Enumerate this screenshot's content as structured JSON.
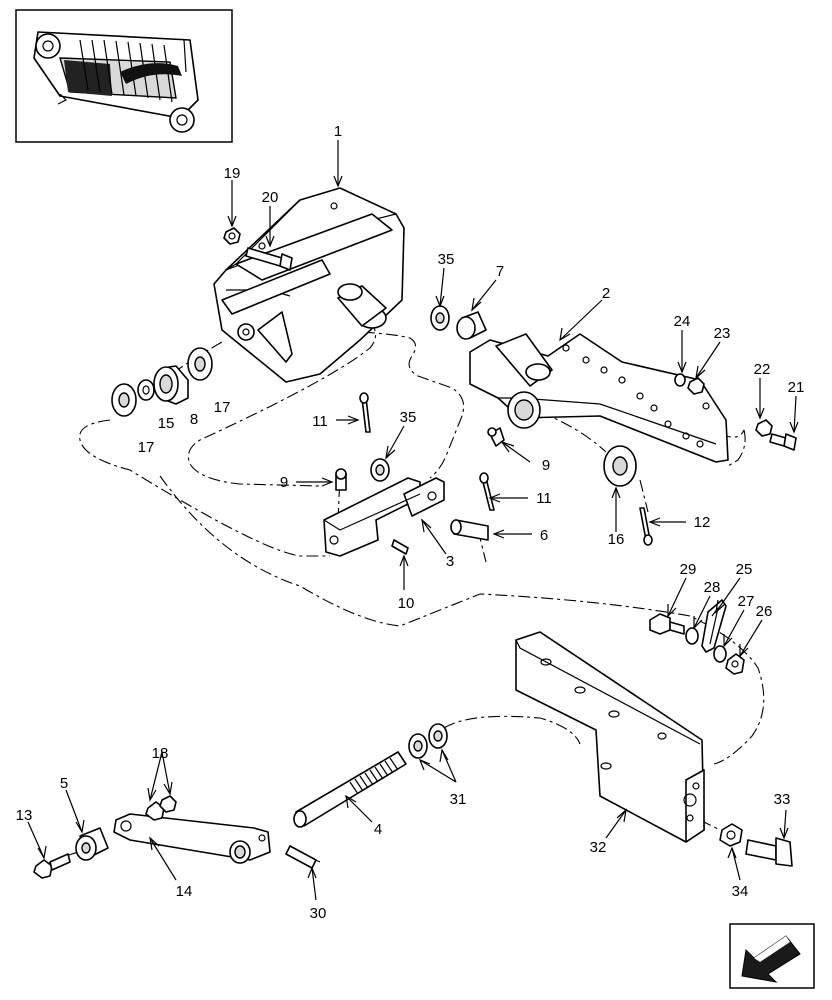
{
  "callouts": [
    {
      "id": "c1",
      "text": "1"
    },
    {
      "id": "c2",
      "text": "2"
    },
    {
      "id": "c3",
      "text": "3"
    },
    {
      "id": "c4",
      "text": "4"
    },
    {
      "id": "c5",
      "text": "5"
    },
    {
      "id": "c6",
      "text": "6"
    },
    {
      "id": "c7",
      "text": "7"
    },
    {
      "id": "c8",
      "text": "8"
    },
    {
      "id": "c9a",
      "text": "9"
    },
    {
      "id": "c9b",
      "text": "9"
    },
    {
      "id": "c10",
      "text": "10"
    },
    {
      "id": "c11a",
      "text": "11"
    },
    {
      "id": "c11b",
      "text": "11"
    },
    {
      "id": "c12",
      "text": "12"
    },
    {
      "id": "c13",
      "text": "13"
    },
    {
      "id": "c14",
      "text": "14"
    },
    {
      "id": "c15",
      "text": "15"
    },
    {
      "id": "c16",
      "text": "16"
    },
    {
      "id": "c17a",
      "text": "17"
    },
    {
      "id": "c17b",
      "text": "17"
    },
    {
      "id": "c18",
      "text": "18"
    },
    {
      "id": "c19",
      "text": "19"
    },
    {
      "id": "c20",
      "text": "20"
    },
    {
      "id": "c21",
      "text": "21"
    },
    {
      "id": "c22",
      "text": "22"
    },
    {
      "id": "c23",
      "text": "23"
    },
    {
      "id": "c24",
      "text": "24"
    },
    {
      "id": "c25",
      "text": "25"
    },
    {
      "id": "c26",
      "text": "26"
    },
    {
      "id": "c27",
      "text": "27"
    },
    {
      "id": "c28",
      "text": "28"
    },
    {
      "id": "c29",
      "text": "29"
    },
    {
      "id": "c30",
      "text": "30"
    },
    {
      "id": "c31",
      "text": "31"
    },
    {
      "id": "c32",
      "text": "32"
    },
    {
      "id": "c33",
      "text": "33"
    },
    {
      "id": "c34",
      "text": "34"
    },
    {
      "id": "c35a",
      "text": "35"
    },
    {
      "id": "c35b",
      "text": "35"
    }
  ],
  "icons": {
    "thumbnail": "machine-overview-icon",
    "navigation": "arrow-left-down-icon"
  },
  "colors": {
    "line": "#000000",
    "background": "#ffffff"
  }
}
